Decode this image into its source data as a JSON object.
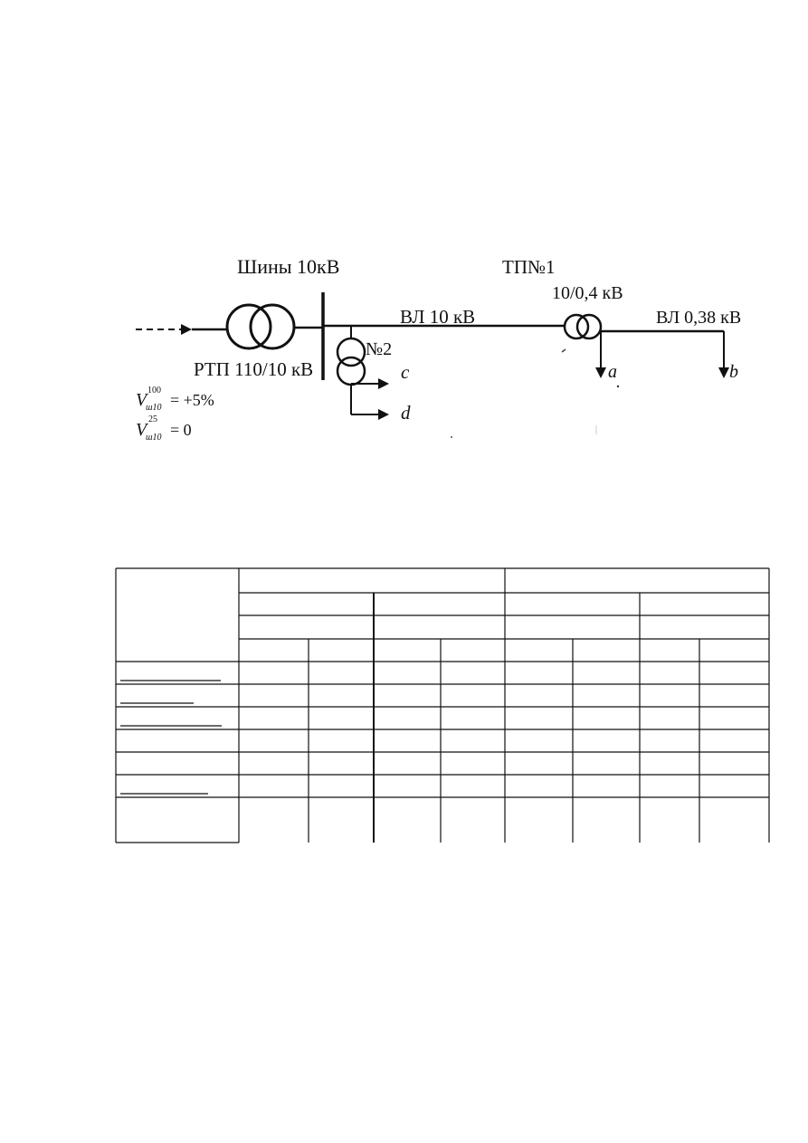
{
  "diagram": {
    "labels": {
      "bus": "Шины 10кВ",
      "tp1": "ТП№1",
      "tp1_ratio": "10/0,4 кВ",
      "line10": "ВЛ 10 кВ",
      "line038": "ВЛ 0,38 кВ",
      "tp2": "№2",
      "rtp": "РТП 110/10 кВ",
      "load_a": "a",
      "load_b": "b",
      "load_c": "c",
      "load_d": "d"
    },
    "voltage_conditions": [
      {
        "symbol": "V",
        "sup": "100",
        "sub": "ш10",
        "value": "= +5%"
      },
      {
        "symbol": "V",
        "sup": "25",
        "sub": "ш10",
        "value": "= 0"
      }
    ]
  },
  "table": {
    "rows": 11,
    "cols": 9,
    "cells_text": []
  }
}
